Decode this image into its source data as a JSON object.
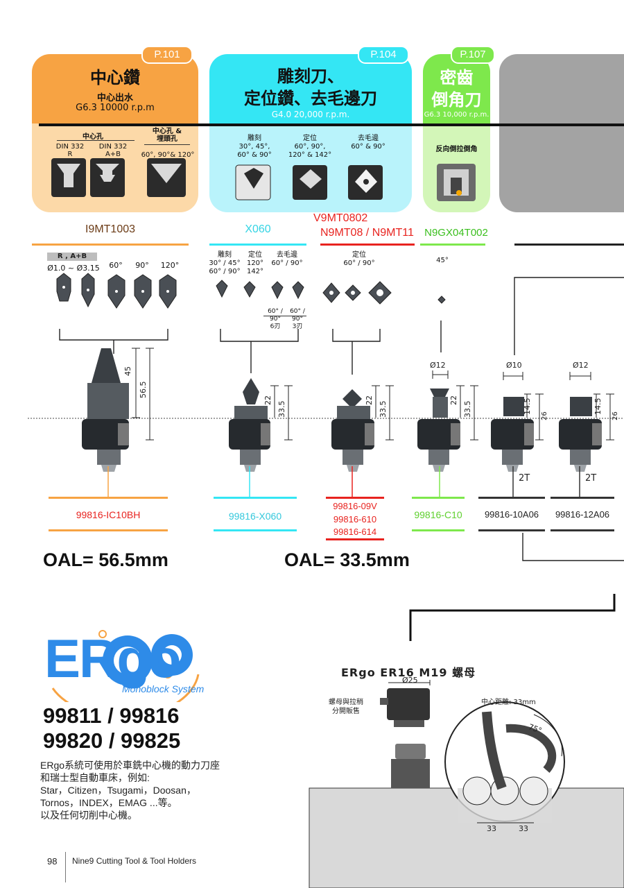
{
  "cards": {
    "center": {
      "page": "P.101",
      "title": "中心鑽",
      "sub1": "中心出水",
      "sub2": "G6.3 10000 r.p.m",
      "group1": "中心孔",
      "group2": "中心孔 &\n埋頭孔",
      "col1": "DIN 332\nR",
      "col2": "DIN 332\nA+B",
      "col3": "60°, 90°& 120°"
    },
    "engrave": {
      "page": "P.104",
      "title1": "雕刻刀、",
      "title2": "定位鑽、去毛邊刀",
      "sub": "G4.0 20,000 r.p.m.",
      "col1": "雕刻\n30°, 45°,\n60° & 90°",
      "col2": "定位\n60°, 90°,\n120° & 142°",
      "col3": "去毛邊\n60° & 90°"
    },
    "chamfer": {
      "page": "P.107",
      "title1": "密齒",
      "title2": "倒角刀",
      "sub": "G6.3 10,000 r.p.m.",
      "col1": "反向倒拉倒角"
    }
  },
  "inserts": {
    "i9": {
      "code": "I9MT1003",
      "badge": "R , A+B",
      "range": "Ø1.0 ~ Ø3.15",
      "a1": "60°",
      "a2": "90°",
      "a3": "120°"
    },
    "x060": {
      "code": "X060",
      "h1": "雕刻\n30° / 45°\n60° / 90°",
      "h2": "定位\n120°\n142°",
      "h3": "去毛邊\n60° / 90°",
      "s1": "60° / 90°\n6刃",
      "s2": "60° / 90°\n3刃"
    },
    "v9": {
      "code1": "V9MT0802",
      "code2": "N9MT08 / N9MT11",
      "h1": "定位\n60° / 90°"
    },
    "n9": {
      "code": "N9GX04T002",
      "h1": "45°"
    }
  },
  "holders": {
    "h1": {
      "dims": [
        "45",
        "56.5"
      ],
      "ref": "99816-IC10BH"
    },
    "h2": {
      "dims": [
        "22",
        "33.5"
      ],
      "ref": "99816-X060"
    },
    "h3": {
      "dims": [
        "22",
        "33.5"
      ],
      "ref": [
        "99816-09V",
        "99816-610",
        "99816-614"
      ]
    },
    "h4": {
      "dia": "Ø12",
      "dims": [
        "22",
        "33.5"
      ],
      "ref": "99816-C10"
    },
    "h5": {
      "dia": "Ø10",
      "dims": [
        "14.5",
        "26"
      ],
      "teeth": "2T",
      "ref": "99816-10A06"
    },
    "h6": {
      "dia": "Ø12",
      "dims": [
        "14.5",
        "26"
      ],
      "teeth": "2T",
      "ref": "99816-12A06"
    }
  },
  "oal": {
    "left": "OAL= 56.5mm",
    "right": "OAL= 33.5mm"
  },
  "brand": {
    "logo": "ERgo",
    "tagline": "Monoblock System",
    "models1": "99811 / 99816",
    "models2": "99820 / 99825",
    "desc": [
      "ERgo系統可使用於車銑中心機的動力刀座",
      "和瑞士型自動車床，例如:",
      "Star，Citizen，Tsugami，Doosan，",
      "Tornos，INDEX，EMAG ...等。",
      "以及任何切削中心機。"
    ]
  },
  "nut": {
    "title": "ERgo ER16 M19 螺母",
    "dia": "Ø25",
    "note": "螺母與拉稍\n分開販售",
    "center": "中心距離: 33mm",
    "angle": "75°",
    "d1": "33",
    "d2": "33"
  },
  "footer": {
    "page": "98",
    "text": "Nine9 Cutting Tool & Tool Holders"
  },
  "colors": {
    "orange": "#f7a343",
    "orange_light": "#fcd9a8",
    "cyan": "#34e6f4",
    "cyan_light": "#b9f3fb",
    "green": "#7ee84c",
    "green_light": "#d3f6b8",
    "red": "#e8231f",
    "grey": "#a3a3a3"
  }
}
